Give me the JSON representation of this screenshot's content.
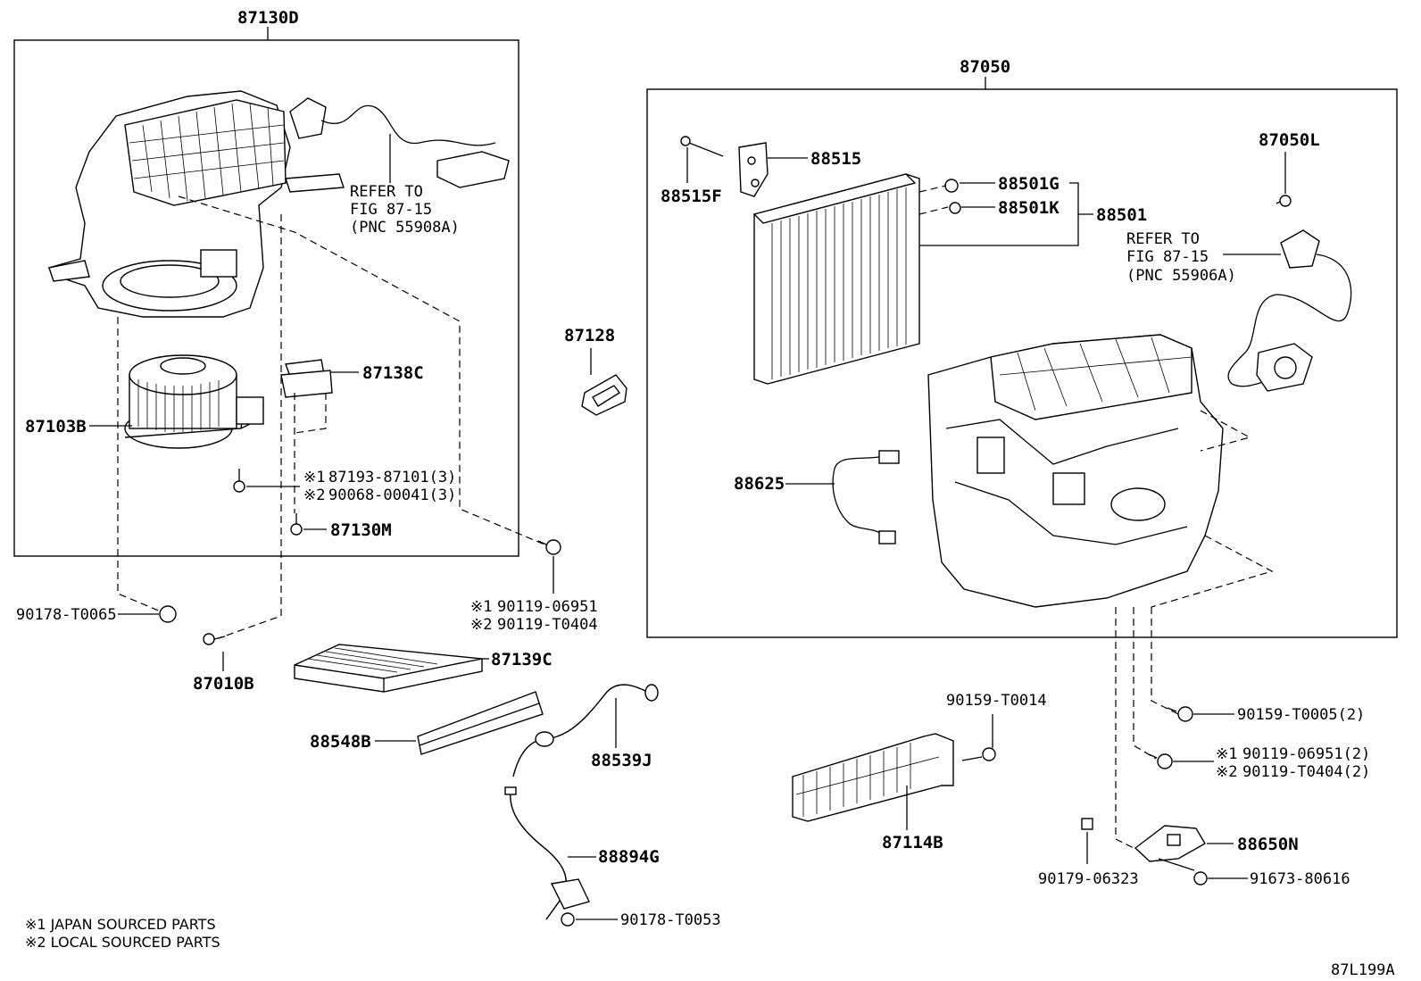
{
  "frame_labels": {
    "blower_assy": "87130D",
    "heater_unit": "87050"
  },
  "refer_left": {
    "line1": "REFER TO",
    "line2": "FIG 87-15",
    "line3": "(PNC 55908A)"
  },
  "refer_right": {
    "line1": "REFER TO",
    "line2": "FIG 87-15",
    "line3": "(PNC 55906A)"
  },
  "parts": {
    "p87138C": "87138C",
    "p87103B": "87103B",
    "p87193_mark": "※1",
    "p87193": "87193-87101(3)",
    "p90068_mark": "※2",
    "p90068": "90068-00041(3)",
    "p87130M": "87130M",
    "p87128": "87128",
    "p90119a_mark": "※1",
    "p90119a": "90119-06951",
    "p90119b_mark": "※2",
    "p90119b": "90119-T0404",
    "p90178_T0065": "90178-T0065",
    "p87010B": "87010B",
    "p87139C": "87139C",
    "p88548B": "88548B",
    "p88539J": "88539J",
    "p88894G": "88894G",
    "p90178_T0053": "90178-T0053",
    "p88515": "88515",
    "p88515F": "88515F",
    "p88501G": "88501G",
    "p88501K": "88501K",
    "p88501": "88501",
    "p87050L": "87050L",
    "p88625": "88625",
    "p90159_T0014": "90159-T0014",
    "p90159_T0005": "90159-T0005(2)",
    "p90119c_mark": "※1",
    "p90119c": "90119-06951(2)",
    "p90119d_mark": "※2",
    "p90119d": "90119-T0404(2)",
    "p87114B": "87114B",
    "p88650N": "88650N",
    "p90179": "90179-06323",
    "p91673": "91673-80616"
  },
  "footnotes": {
    "n1": "※1 JAPAN SOURCED PARTS",
    "n2": "※2 LOCAL SOURCED PARTS"
  },
  "figure_id": "87L199A"
}
